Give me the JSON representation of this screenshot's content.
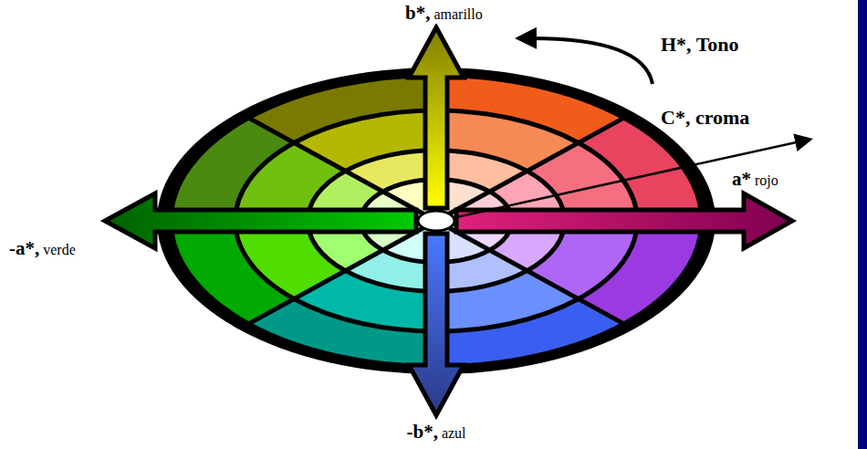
{
  "diagram": {
    "labels": [
      "b*, amarillo",
      "H*, Tono",
      "C*, croma",
      "a* rojo",
      "-a*, verde",
      "-b*, azul"
    ]
  }
}
